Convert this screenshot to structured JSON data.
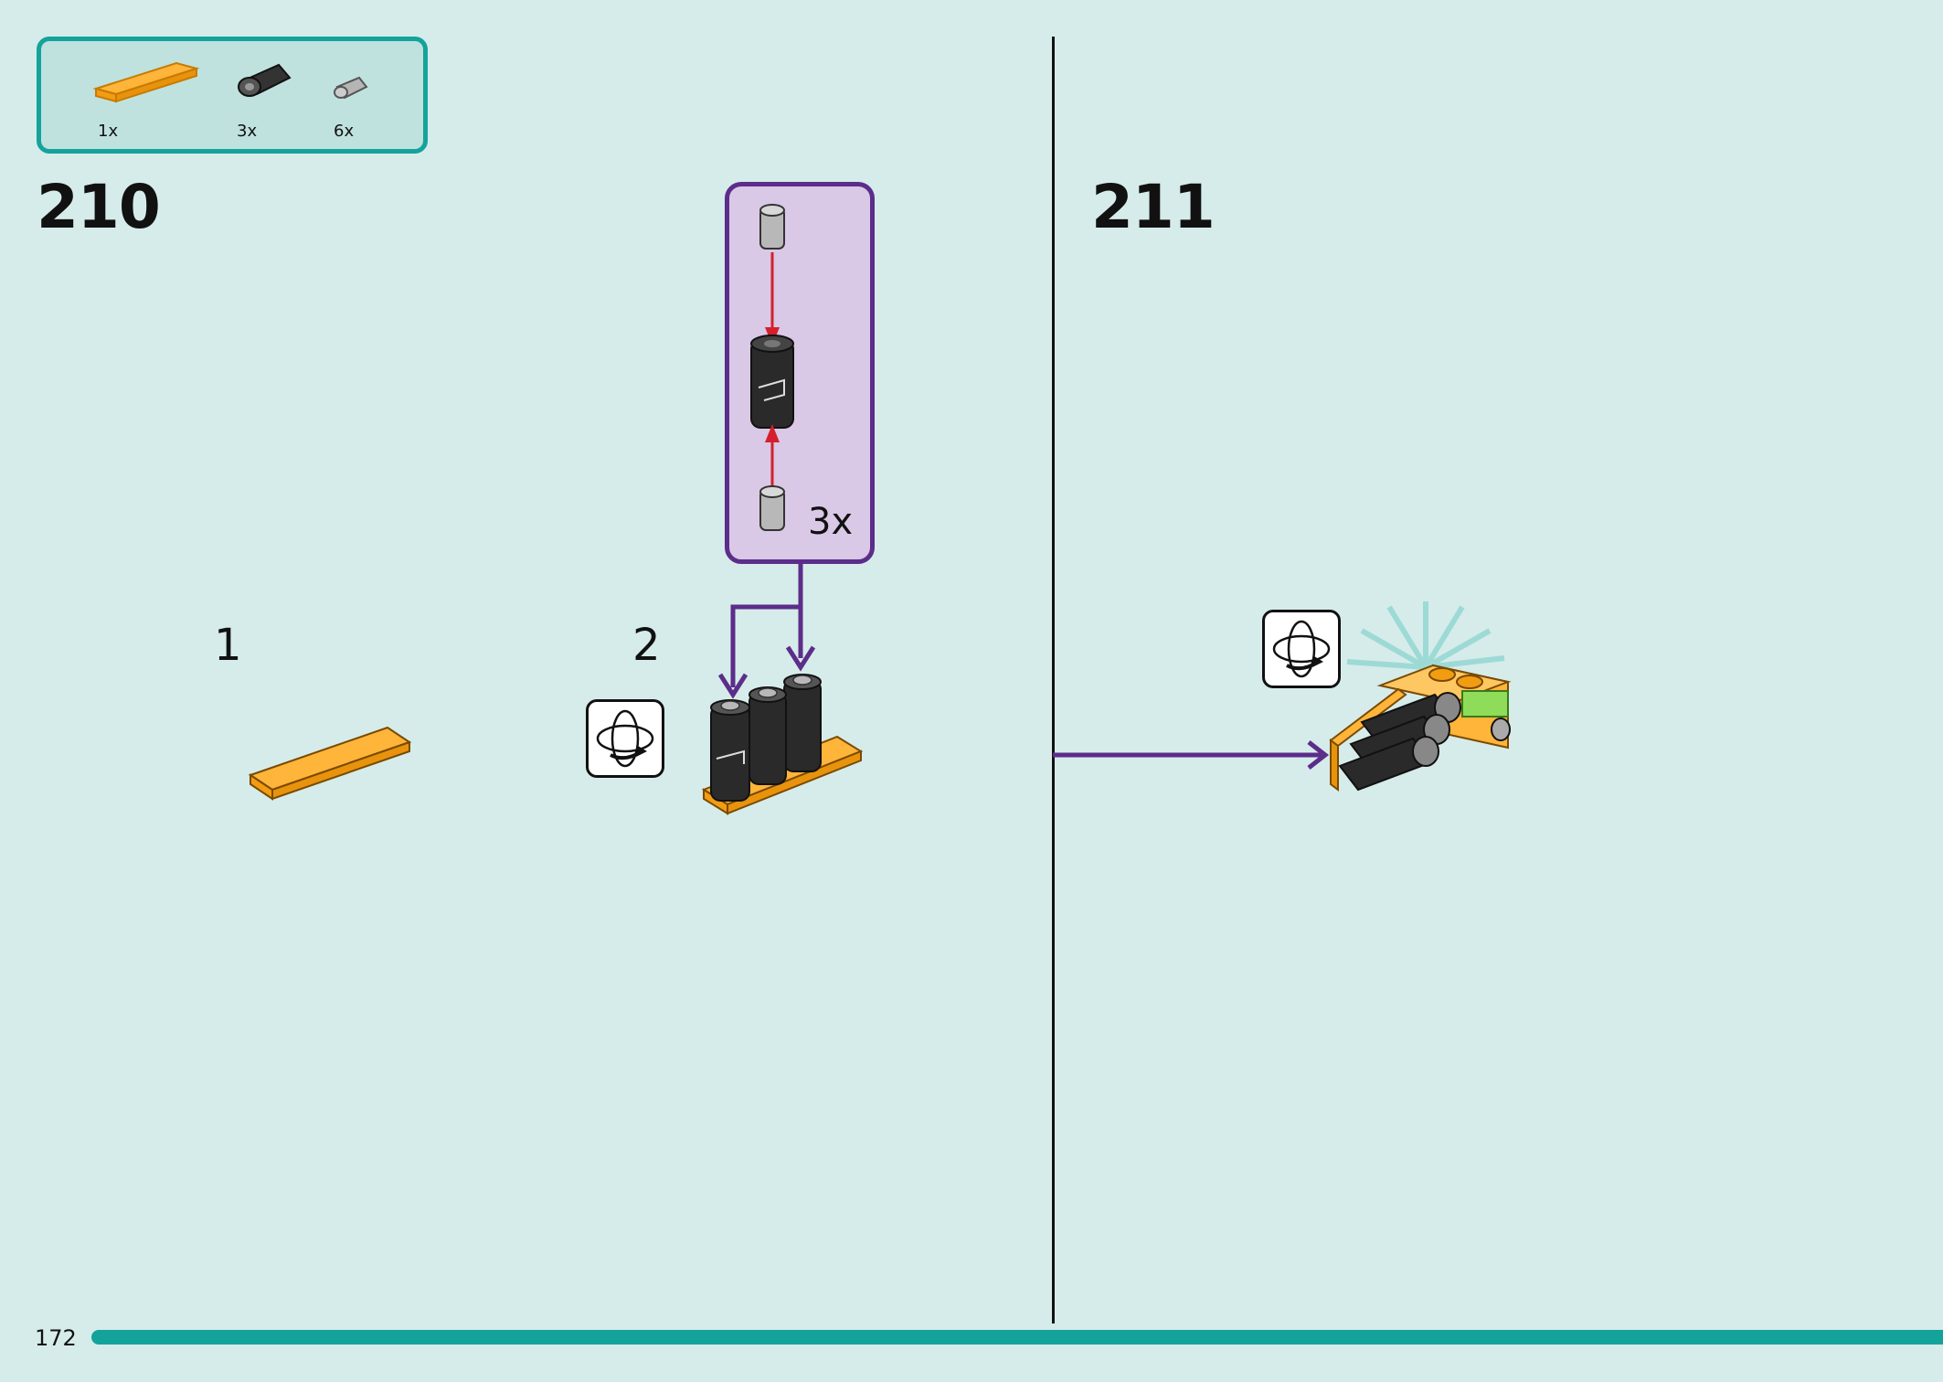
{
  "page": {
    "number": "172",
    "accent_color": "#14a39a",
    "callout_color": "#5c2d8a"
  },
  "parts_list": [
    {
      "qty": "1x",
      "icon": "orange-tile-icon"
    },
    {
      "qty": "3x",
      "icon": "black-axle-connector-icon"
    },
    {
      "qty": "6x",
      "icon": "grey-pin-icon"
    }
  ],
  "step_210": {
    "number": "210",
    "substep_1": "1",
    "substep_2": "2",
    "callout_multiplier": "3x"
  },
  "step_211": {
    "number": "211"
  }
}
